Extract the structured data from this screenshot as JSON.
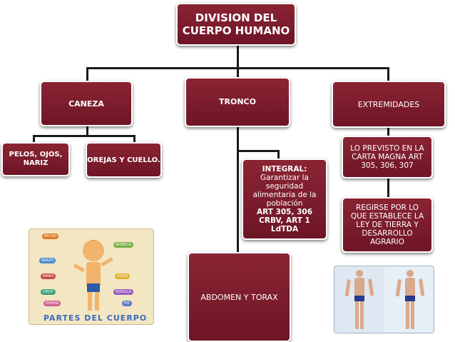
{
  "root": {
    "title_line1": "DIVISION DEL",
    "title_line2": "CUERPO HUMANO"
  },
  "branches": {
    "caneza": "CANEZA",
    "tronco": "TRONCO",
    "extremidades": "EXTREMIDADES"
  },
  "caneza_children": {
    "pelos": "PELOS, OJOS, NARIZ",
    "orejas": "OREJAS Y CUELLO."
  },
  "tronco_children": {
    "integral": {
      "heading": "INTEGRAL:",
      "body": "Garantizar la seguridad alimentaria de la población",
      "ref1": "ART 305, 306",
      "ref2": "CRBV, ART 1",
      "ref3": "LdTDA"
    },
    "abdomen": "ABDOMEN Y TORAX"
  },
  "extremidades_children": {
    "carta": "LO PREVISTO EN LA CARTA MAGNA ART 305, 306, 307",
    "ley": "REGIRSE POR LO QUE ESTABLECE LA LEY DE TIERRA Y DESARROLLO AGRARIO"
  },
  "poster": {
    "title": "PARTES DEL CUERPO",
    "labels": [
      "PECHO",
      "MUÑECA",
      "BRAZO",
      "CODO",
      "MANO",
      "RODILLA",
      "DEDO",
      "PIERNA",
      "PIE"
    ]
  },
  "colors": {
    "box": "#7a1c2c",
    "line": "#1a1a1a"
  }
}
